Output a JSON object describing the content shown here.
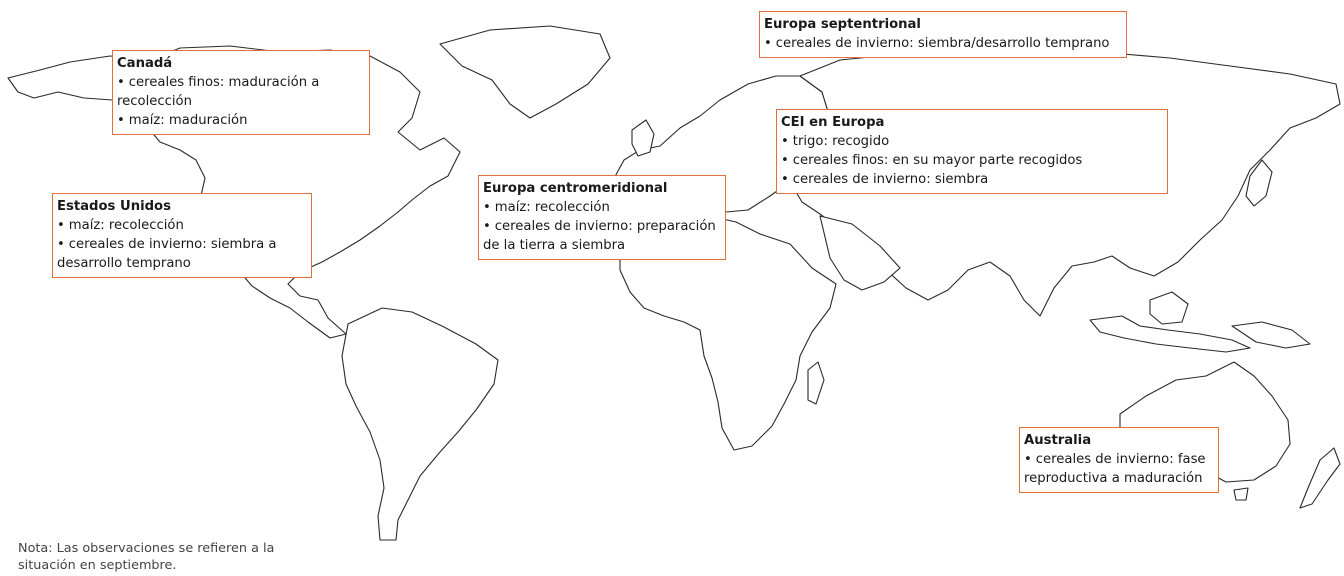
{
  "regions": {
    "northern_europe": {
      "title": "Europa septentrional",
      "items": [
        "cereales de invierno: siembra/desarrollo temprano"
      ]
    },
    "canada": {
      "title": "Canadá",
      "items": [
        "cereales finos: maduración a recolección",
        "maíz: maduración"
      ]
    },
    "cis_europe": {
      "title": "CEI en Europa",
      "items": [
        "trigo: recogido",
        "cereales finos: en su mayor parte recogidos",
        "cereales de invierno: siembra"
      ]
    },
    "central_south_europe": {
      "title": "Europa centromeridional",
      "items": [
        "maíz: recolección",
        "cereales de invierno: preparación de la tierra a siembra"
      ]
    },
    "united_states": {
      "title": "Estados Unidos",
      "items": [
        "maíz: recolección",
        "cereales de invierno: siembra a desarrollo temprano"
      ]
    },
    "australia": {
      "title": "Australia",
      "items": [
        "cereales de invierno: fase reproductiva a maduración"
      ]
    }
  },
  "note": "Nota: Las observaciones se refieren a la situación en septiembre.",
  "colors": {
    "box_border": "#e0703a",
    "outline": "#2a2a2a"
  },
  "bullet": "•"
}
